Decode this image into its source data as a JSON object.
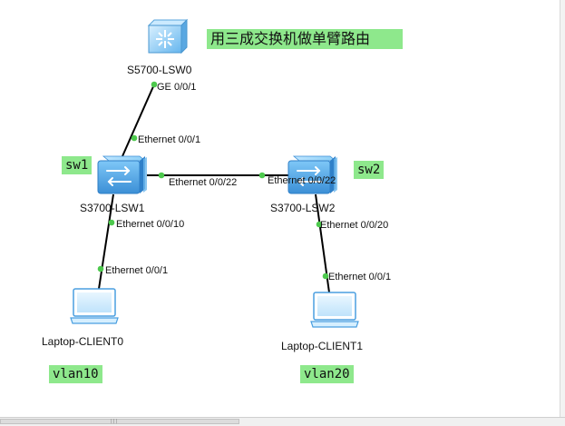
{
  "title": "用三成交换机做单臂路由",
  "devices": [
    {
      "id": "core",
      "name": "S5700-LSW0",
      "icon": "core-switch-icon"
    },
    {
      "id": "sw1",
      "name": "S3700-LSW1",
      "icon": "stacked-switch-icon"
    },
    {
      "id": "sw2",
      "name": "S3700-LSW2",
      "icon": "stacked-switch-icon"
    },
    {
      "id": "pc0",
      "name": "Laptop-CLIENT0",
      "icon": "laptop-icon"
    },
    {
      "id": "pc1",
      "name": "Laptop-CLIENT1",
      "icon": "laptop-icon"
    }
  ],
  "ports": {
    "core_ge": "GE 0/0/1",
    "sw1_uplink": "Ethernet 0/0/1",
    "sw1_trunk": "Ethernet 0/0/22",
    "sw2_trunk": "Ethernet 0/0/22",
    "sw1_access": "Ethernet 0/0/10",
    "pc0_port": "Ethernet 0/0/1",
    "sw2_access": "Ethernet 0/0/20",
    "pc1_port": "Ethernet 0/0/1"
  },
  "tags": {
    "sw1": "sw1",
    "sw2": "sw2",
    "vlan_a": "vlan10",
    "vlan_b": "vlan20"
  },
  "colors": {
    "tag_bg": "#8ee88c",
    "port_dot": "#4dc94d",
    "link": "#000000",
    "switch_blue": "#4a9fe0"
  }
}
